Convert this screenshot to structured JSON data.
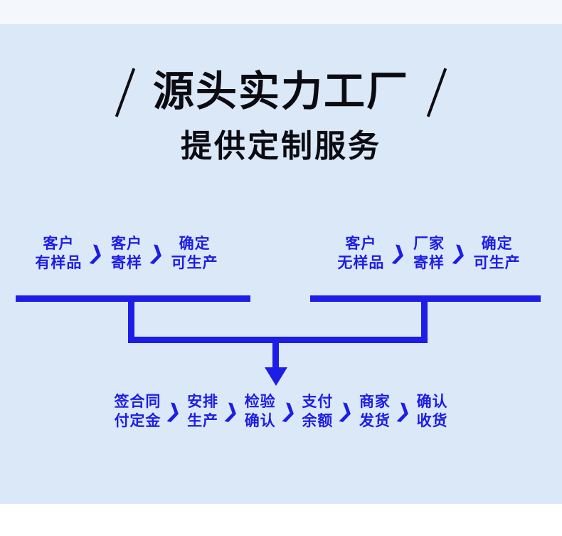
{
  "colors": {
    "background_top": "#f4f8fd",
    "background_main": "#dbe8f8",
    "background_bottom": "#ffffff",
    "accent_blue": "#1d1de6",
    "heading_black": "#0b0b11"
  },
  "heading": {
    "slash_left": "slash-mark-left",
    "slash_right": "slash-mark-right",
    "title": "源头实力工厂",
    "subtitle": "提供定制服务"
  },
  "chevron": "❯",
  "flow": {
    "branch_left": {
      "steps": [
        {
          "line1": "客户",
          "line2": "有样品"
        },
        {
          "line1": "客户",
          "line2": "寄样"
        },
        {
          "line1": "确定",
          "line2": "可生产"
        }
      ]
    },
    "branch_right": {
      "steps": [
        {
          "line1": "客户",
          "line2": "无样品"
        },
        {
          "line1": "厂家",
          "line2": "寄样"
        },
        {
          "line1": "确定",
          "line2": "可生产"
        }
      ]
    },
    "bottom": {
      "steps": [
        {
          "line1": "签合同",
          "line2": "付定金"
        },
        {
          "line1": "安排",
          "line2": "生产"
        },
        {
          "line1": "检验",
          "line2": "确认"
        },
        {
          "line1": "支付",
          "line2": "余额"
        },
        {
          "line1": "商家",
          "line2": "发货"
        },
        {
          "line1": "确认",
          "line2": "收货"
        }
      ]
    }
  }
}
